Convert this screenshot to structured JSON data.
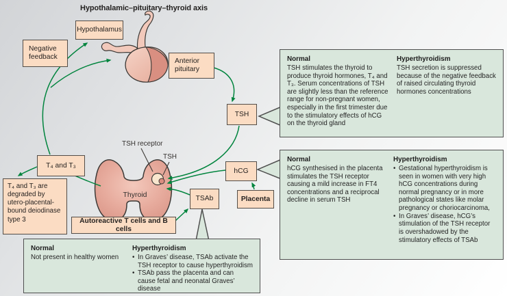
{
  "title": "Hypothalamic–pituitary–thyroid axis",
  "colors": {
    "arrow_green": "#00843d",
    "node_fill": "#fbdcc3",
    "callout_fill": "#d9e7dc",
    "border_dark": "#524c47"
  },
  "nodes": {
    "hypothalamus": "Hypothalamus",
    "negative_feedback": "Negative feedback",
    "anterior_pituitary": "Anterior pituitary",
    "tsh": "TSH",
    "t4_t3": "T₄ and T₃",
    "t4_t3_degraded": "T₄ and T₃ are degraded by utero-placental-bound deiodinase type 3",
    "autoreactive": "Autoreactive T cells and B cells",
    "tsab": "TSAb",
    "hcg": "hCG",
    "placenta": "Placenta"
  },
  "labels": {
    "tsh_receptor": "TSH receptor",
    "tsh": "TSH",
    "thyroid": "Thyroid"
  },
  "callouts": {
    "tsh": {
      "normal_heading": "Normal",
      "normal_text": "TSH stimulates the thyroid to produce thyroid hormones, T₄ and T₃. Serum concentrations of TSH are slightly less than the reference range for non-pregnant women, especially in the first trimester due to the stimulatory effects of hCG on the thyroid gland",
      "hyper_heading": "Hyperthyroidism",
      "hyper_text": "TSH secretion is suppressed because of the negative feedback of raised circulating thyroid hormones concentrations"
    },
    "hcg": {
      "normal_heading": "Normal",
      "normal_text": "hCG synthesised in the placenta stimulates the TSH receptor causing a mild increase in FT4 concentrations and a reciprocal decline in serum TSH",
      "hyper_heading": "Hyperthyroidism",
      "hyper_items": [
        "Gestational hyperthyroidism is seen in women with very high hCG concentrations during normal pregnancy or in more pathological states like molar pregnancy or choriocarcinoma,",
        "In Graves’ disease, hCG’s stimulation of the TSH receptor is overshadowed by the stimulatory effects of TSAb"
      ]
    },
    "tsab": {
      "normal_heading": "Normal",
      "normal_text": "Not present in healthy women",
      "hyper_heading": "Hyperthyroidism",
      "hyper_items": [
        "In Graves’ disease, TSAb activate the TSH receptor to cause hyperthyroidism",
        "TSAb pass the placenta and can cause fetal and neonatal Graves’ disease"
      ]
    }
  }
}
